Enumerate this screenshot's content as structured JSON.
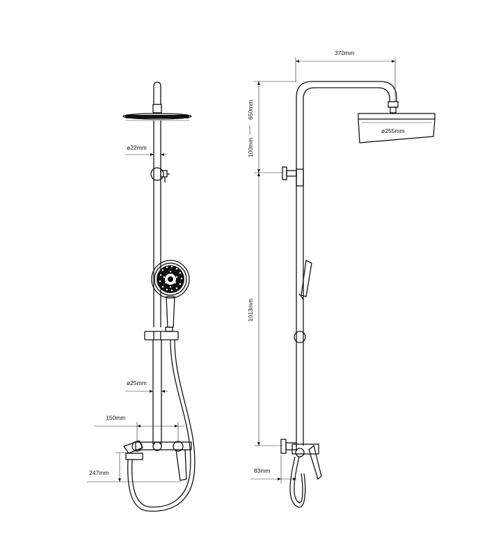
{
  "colors": {
    "line": "#111111",
    "background": "#ffffff"
  },
  "front_view": {
    "pipe_diameter_upper": "ø22mm",
    "pipe_diameter_lower": "ø25mm",
    "spout_projection": "150mm",
    "mixer_height": "247mm"
  },
  "side_view": {
    "arm_width": "370mm",
    "head_diameter": "ø255mm",
    "top_height": "650mm",
    "upper_section": "100mm",
    "riser_height": "1013mm",
    "wall_offset": "83mm"
  }
}
